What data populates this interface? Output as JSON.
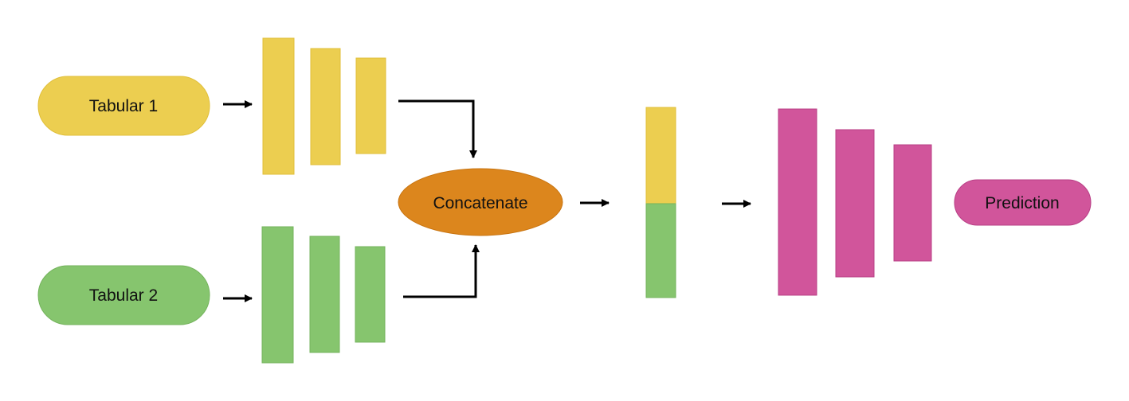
{
  "diagram": {
    "inputs": [
      {
        "label": "Tabular 1",
        "color": "#ecce50"
      },
      {
        "label": "Tabular 2",
        "color": "#86c56e"
      }
    ],
    "merge_label": "Concatenate",
    "merge_color": "#dc861d",
    "output_label": "Prediction",
    "head_color": "#d1559b",
    "arrow_color": "#000000"
  }
}
